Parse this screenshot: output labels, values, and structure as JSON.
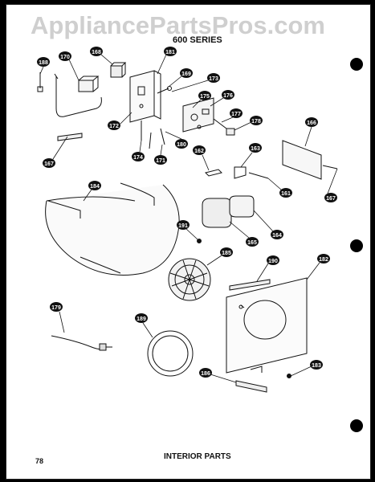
{
  "header": {
    "watermark": "AppliancePartsPros.com",
    "series": "600 SERIES"
  },
  "footer": {
    "page_number": "78",
    "title": "INTERIOR PARTS"
  },
  "callouts": [
    "188",
    "170",
    "168",
    "181",
    "169",
    "173",
    "175",
    "176",
    "177",
    "178",
    "166",
    "172",
    "174",
    "171",
    "180",
    "162",
    "163",
    "161",
    "167",
    "184",
    "191",
    "165",
    "164",
    "185",
    "190",
    "182",
    "179",
    "189",
    "186",
    "183"
  ]
}
